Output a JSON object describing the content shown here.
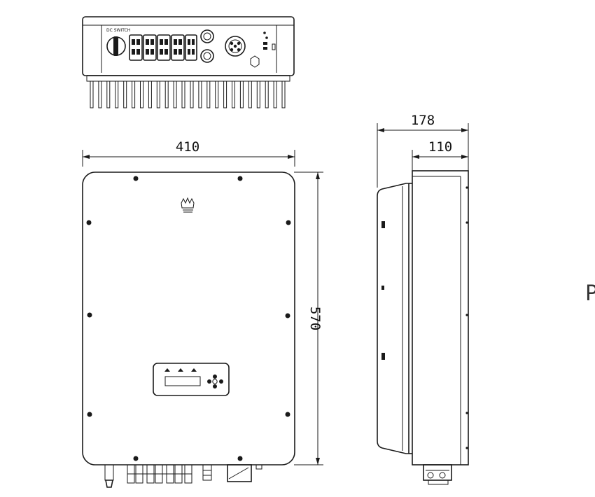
{
  "dimensions": {
    "width": "410",
    "height": "570",
    "depth_total": "178",
    "depth_body": "110"
  },
  "edge_text": "P"
}
